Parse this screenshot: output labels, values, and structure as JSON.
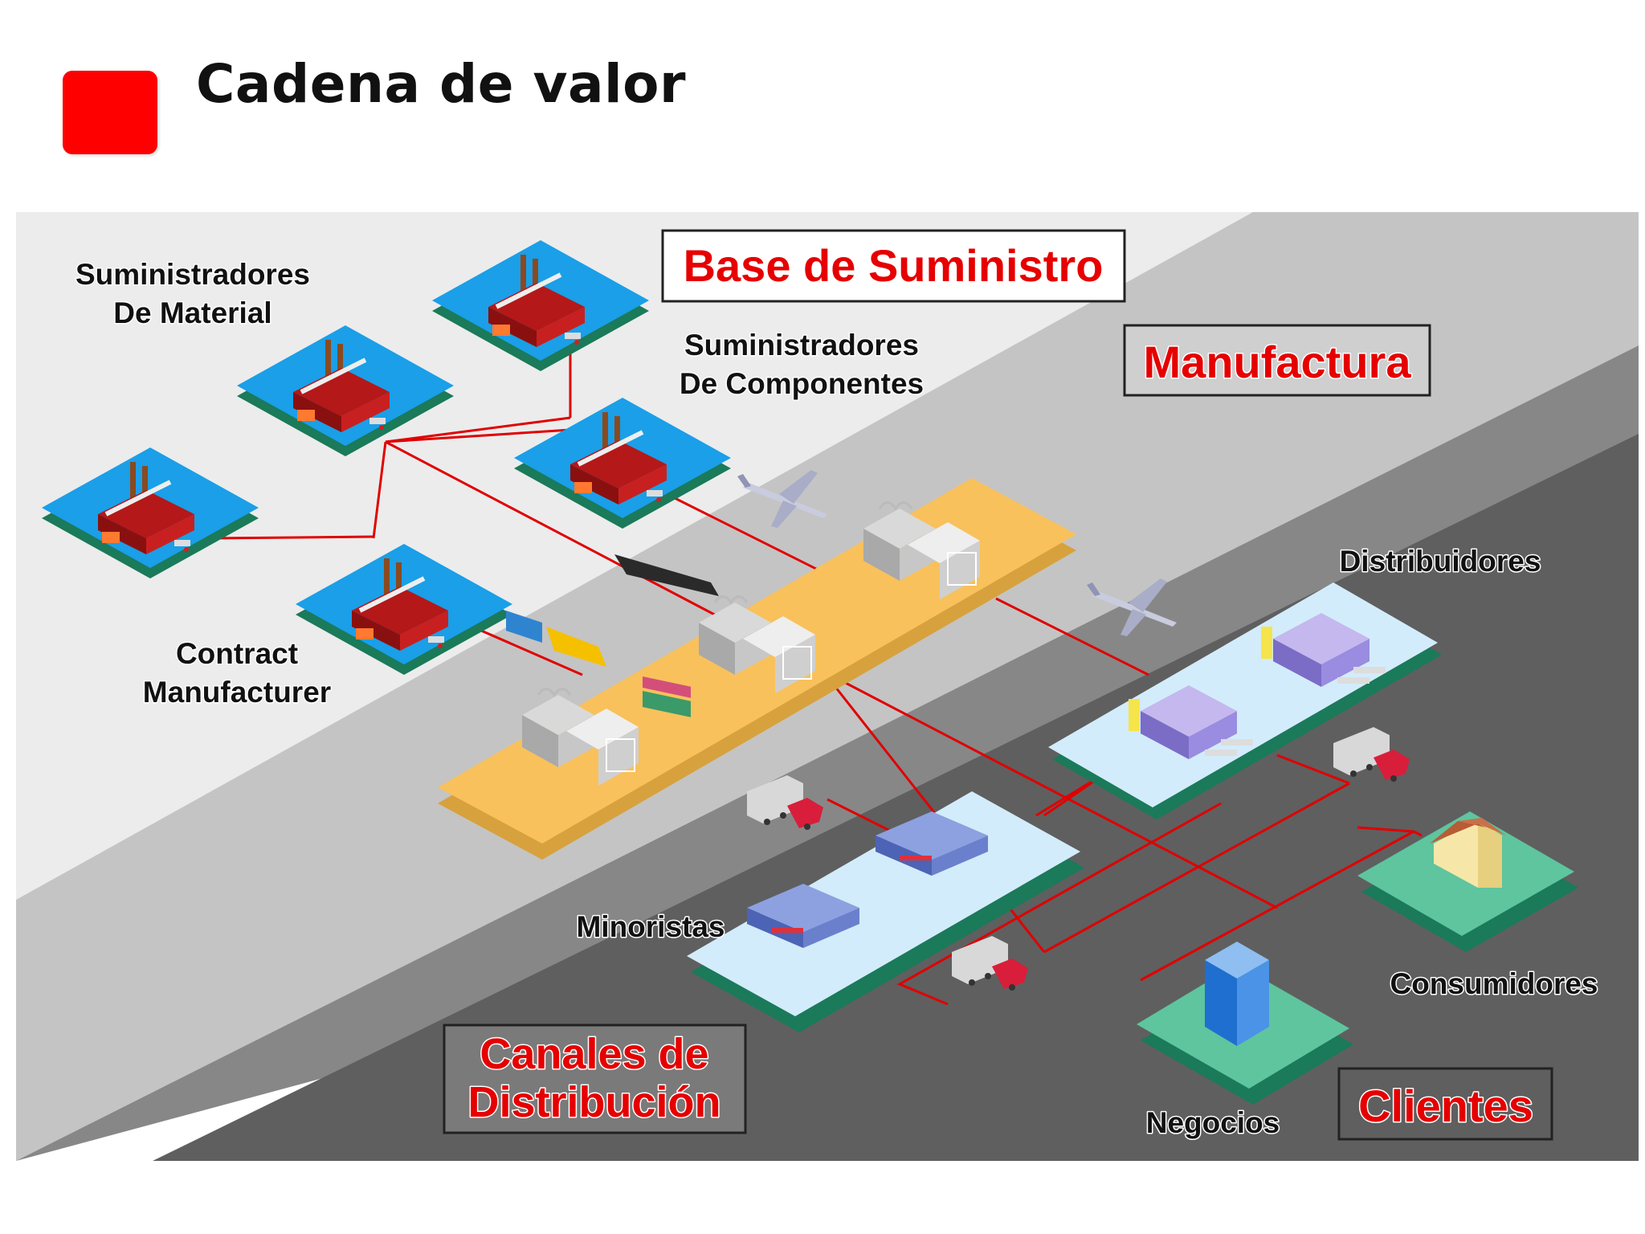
{
  "title": "Cadena de valor",
  "sections": {
    "supply_base": "Base de Suministro",
    "manufacturing": "Manufactura",
    "distribution_line1": "Canales de",
    "distribution_line2": "Distribución",
    "customers": "Clientes"
  },
  "labels": {
    "material_suppliers_line1": "Suministradores",
    "material_suppliers_line2": "De Material",
    "component_suppliers_line1": "Suministradores",
    "component_suppliers_line2": "De Componentes",
    "contract_line1": "Contract",
    "contract_line2": "Manufacturer",
    "distributors": "Distribuidores",
    "retailers": "Minoristas",
    "consumers": "Consumidores",
    "businesses": "Negocios"
  },
  "colors": {
    "accent": "#ff0000",
    "link_line": "#e00000",
    "band_light": "#ececec",
    "band_mid": "#c4c4c4",
    "band_dark": "#878787",
    "band_darkest": "#5f5f5f",
    "factory_platform": "#1a9fe8",
    "manufacturing_platform": "#f8c15c",
    "distribution_platform": "#d3ecfb",
    "customer_platform": "#5ec59e"
  },
  "icons": [
    "factory-icon",
    "plant-icon",
    "warehouse-icon",
    "store-icon",
    "house-icon",
    "office-building-icon",
    "truck-icon",
    "airplane-icon",
    "ship-icon",
    "train-icon"
  ]
}
